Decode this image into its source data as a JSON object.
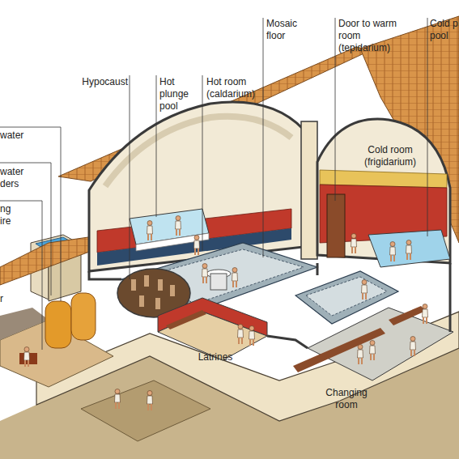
{
  "diagram": {
    "labels": [
      "water",
      "water ders",
      "ng ire",
      "r",
      "Hypocaust",
      "Hot plunge pool",
      "Hot room (caldarium)",
      "Mosaic floor",
      "Door to warm room (tepidarium)",
      "Cold p pool",
      "Cold room (frigidarium)",
      "Latrines",
      "Changing room"
    ]
  }
}
